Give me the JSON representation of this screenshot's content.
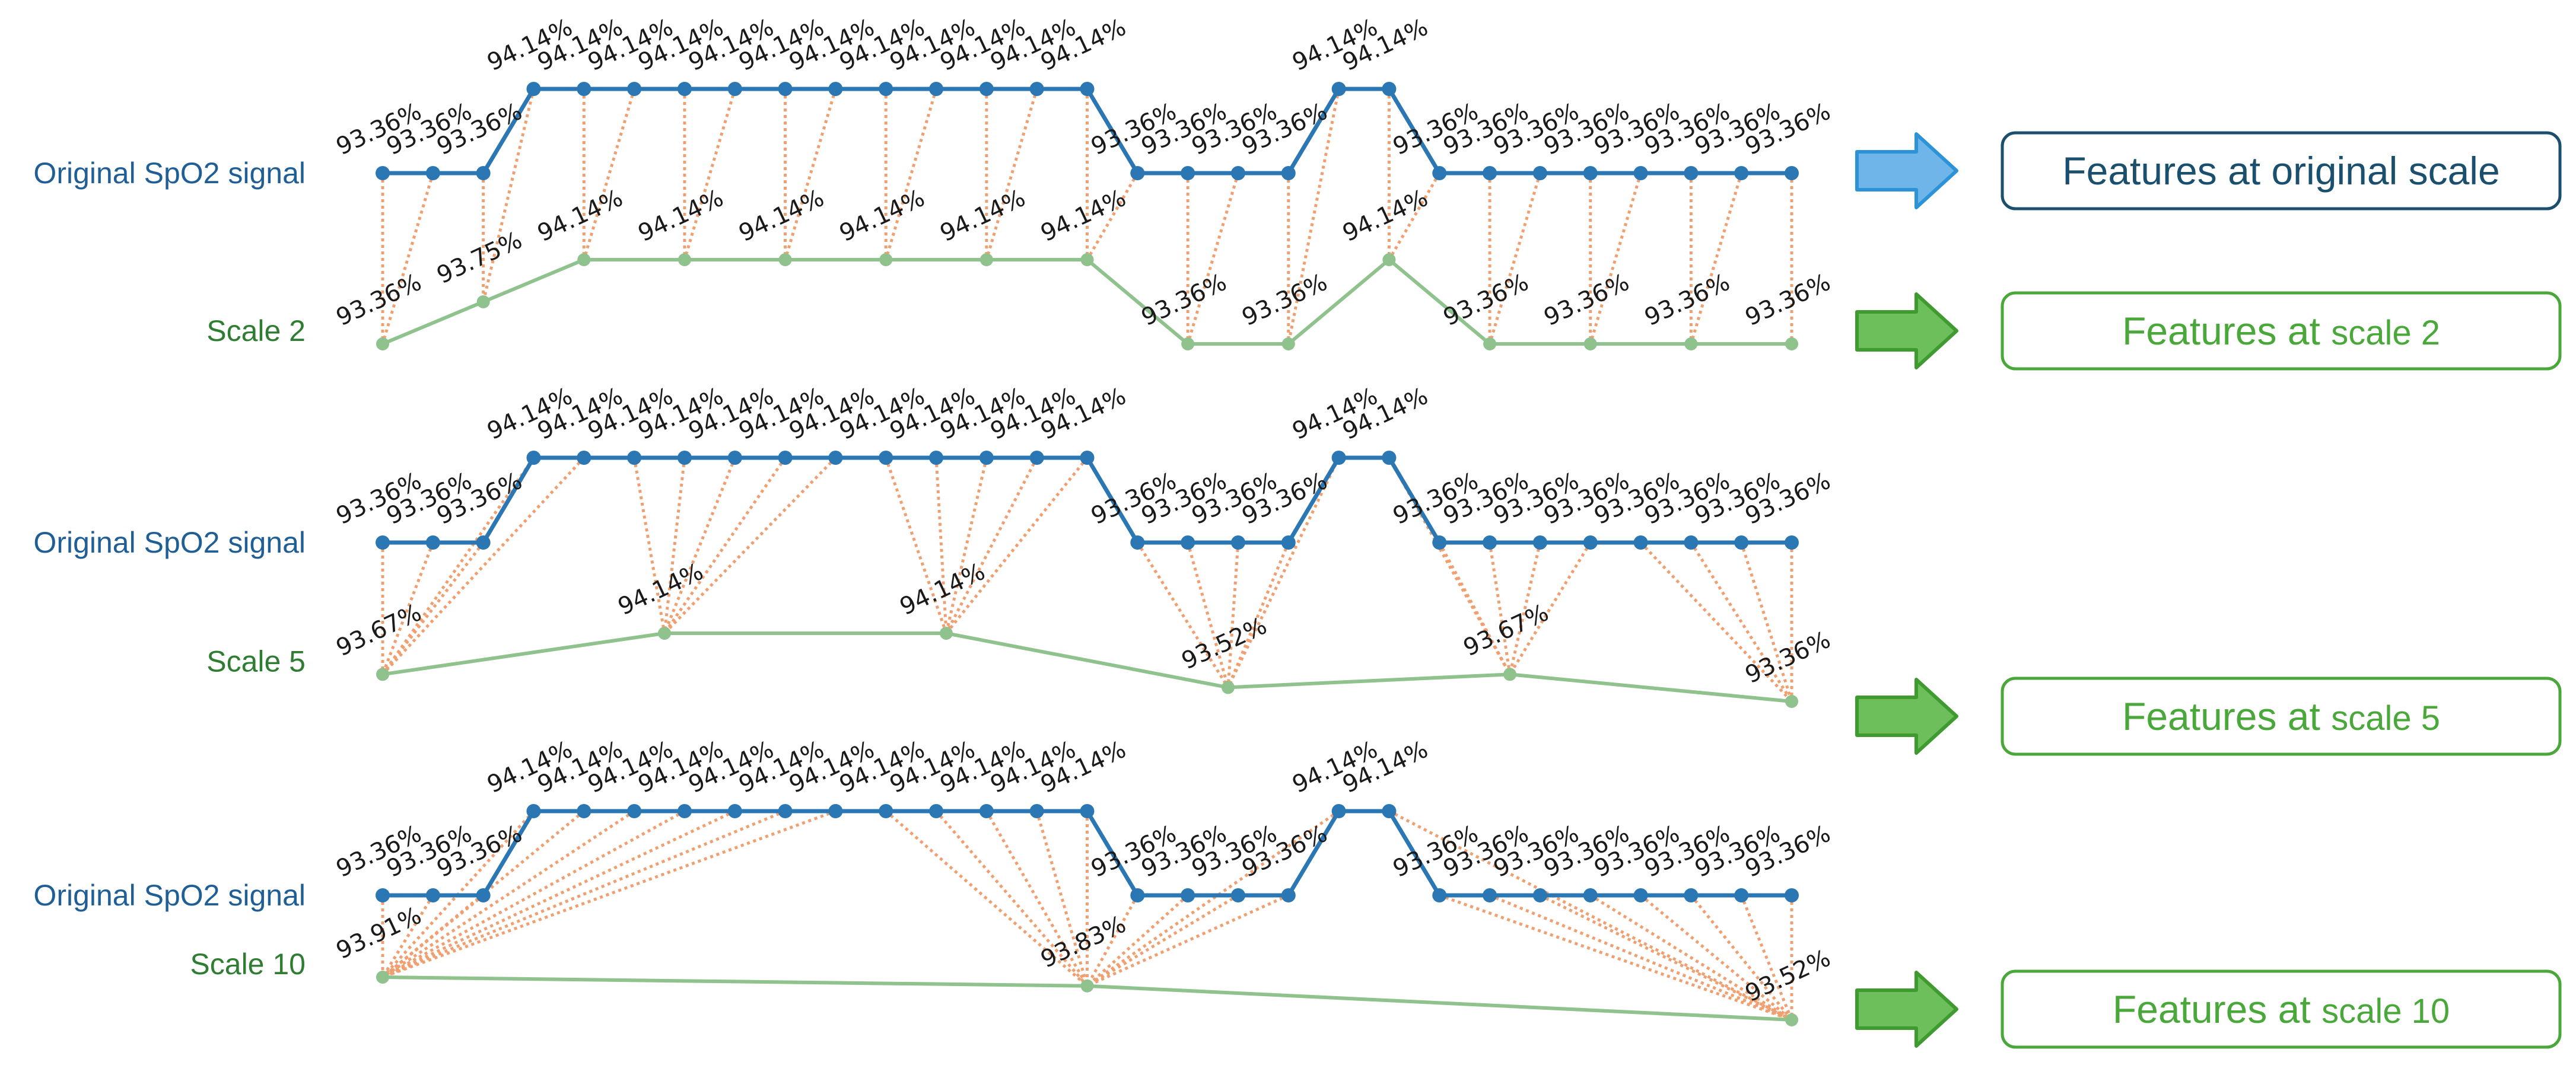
{
  "colors": {
    "original_line": "#2a77b4",
    "original_label": "#1f5f96",
    "scaled_line": "#8fc28c",
    "scaled_label": "#2e7d32",
    "connector": "#f0a070",
    "box_blue_border": "#1b4f6e",
    "box_blue_text": "#1b4f6e",
    "box_green_border": "#4aa83a",
    "box_green_text": "#4aa83a",
    "arrow_blue": "#6fb5ea",
    "arrow_green": "#6cbf5a"
  },
  "icons": {
    "arrow": "right-block-arrow"
  },
  "panels": [
    {
      "original": {
        "label": "Original SpO2 signal",
        "values": [
          93.36,
          93.36,
          93.36,
          94.14,
          94.14,
          94.14,
          94.14,
          94.14,
          94.14,
          94.14,
          94.14,
          94.14,
          94.14,
          94.14,
          94.14,
          93.36,
          93.36,
          93.36,
          93.36,
          94.14,
          94.14,
          93.36,
          93.36,
          93.36,
          93.36,
          93.36,
          93.36,
          93.36,
          93.36
        ],
        "labels": [
          "93.36%",
          "93.36%",
          "93.36%",
          "94.14%",
          "94.14%",
          "94.14%",
          "94.14%",
          "94.14%",
          "94.14%",
          "94.14%",
          "94.14%",
          "94.14%",
          "94.14%",
          "94.14%",
          "94.14%",
          "93.36%",
          "93.36%",
          "93.36%",
          "93.36%",
          "94.14%",
          "94.14%",
          "93.36%",
          "93.36%",
          "93.36%",
          "93.36%",
          "93.36%",
          "93.36%",
          "93.36%",
          "93.36%"
        ],
        "box": {
          "prefix": "Features at original scale",
          "suffix": "",
          "style": "blue"
        }
      },
      "scaled": {
        "label": "Scale 2",
        "factor": 2,
        "values": [
          93.36,
          93.75,
          94.14,
          94.14,
          94.14,
          94.14,
          94.14,
          94.14,
          93.36,
          93.36,
          94.14,
          93.36,
          93.36,
          93.36,
          93.36
        ],
        "labels": [
          "93.36%",
          "93.75%",
          "94.14%",
          "94.14%",
          "94.14%",
          "94.14%",
          "94.14%",
          "94.14%",
          "93.36%",
          "93.36%",
          "94.14%",
          "93.36%",
          "93.36%",
          "93.36%",
          "93.36%"
        ],
        "box": {
          "prefix": "Features at ",
          "suffix": "scale 2",
          "style": "green"
        }
      }
    },
    {
      "original": {
        "label": "Original SpO2 signal",
        "values": [
          93.36,
          93.36,
          93.36,
          94.14,
          94.14,
          94.14,
          94.14,
          94.14,
          94.14,
          94.14,
          94.14,
          94.14,
          94.14,
          94.14,
          94.14,
          93.36,
          93.36,
          93.36,
          93.36,
          94.14,
          94.14,
          93.36,
          93.36,
          93.36,
          93.36,
          93.36,
          93.36,
          93.36,
          93.36
        ],
        "labels": [
          "93.36%",
          "93.36%",
          "93.36%",
          "94.14%",
          "94.14%",
          "94.14%",
          "94.14%",
          "94.14%",
          "94.14%",
          "94.14%",
          "94.14%",
          "94.14%",
          "94.14%",
          "94.14%",
          "94.14%",
          "93.36%",
          "93.36%",
          "93.36%",
          "93.36%",
          "94.14%",
          "94.14%",
          "93.36%",
          "93.36%",
          "93.36%",
          "93.36%",
          "93.36%",
          "93.36%",
          "93.36%",
          "93.36%"
        ],
        "box": null
      },
      "scaled": {
        "label": "Scale 5",
        "factor": 5,
        "values": [
          93.67,
          94.14,
          94.14,
          93.52,
          93.67,
          93.36
        ],
        "labels": [
          "93.67%",
          "94.14%",
          "94.14%",
          "93.52%",
          "93.67%",
          "93.36%"
        ],
        "box": {
          "prefix": "Features at ",
          "suffix": "scale 5",
          "style": "green"
        }
      }
    },
    {
      "original": {
        "label": "Original SpO2 signal",
        "values": [
          93.36,
          93.36,
          93.36,
          94.14,
          94.14,
          94.14,
          94.14,
          94.14,
          94.14,
          94.14,
          94.14,
          94.14,
          94.14,
          94.14,
          94.14,
          93.36,
          93.36,
          93.36,
          93.36,
          94.14,
          94.14,
          93.36,
          93.36,
          93.36,
          93.36,
          93.36,
          93.36,
          93.36,
          93.36
        ],
        "labels": [
          "93.36%",
          "93.36%",
          "93.36%",
          "94.14%",
          "94.14%",
          "94.14%",
          "94.14%",
          "94.14%",
          "94.14%",
          "94.14%",
          "94.14%",
          "94.14%",
          "94.14%",
          "94.14%",
          "94.14%",
          "93.36%",
          "93.36%",
          "93.36%",
          "93.36%",
          "94.14%",
          "94.14%",
          "93.36%",
          "93.36%",
          "93.36%",
          "93.36%",
          "93.36%",
          "93.36%",
          "93.36%",
          "93.36%"
        ],
        "box": null
      },
      "scaled": {
        "label": "Scale 10",
        "factor": 10,
        "values": [
          93.91,
          93.83,
          93.52
        ],
        "labels": [
          "93.91%",
          "93.83%",
          "93.52%"
        ],
        "box": {
          "prefix": "Features at ",
          "suffix": "scale 10",
          "style": "green"
        }
      }
    }
  ]
}
